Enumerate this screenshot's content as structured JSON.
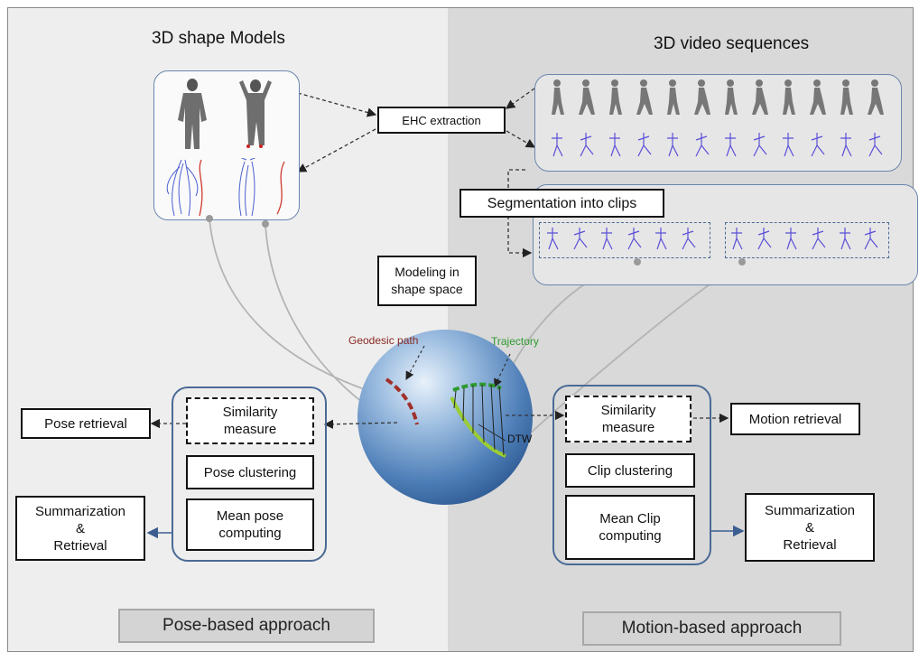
{
  "titles": {
    "left": "3D shape Models",
    "right": "3D video sequences"
  },
  "boxes": {
    "ehc": "EHC extraction",
    "segmentation": "Segmentation into clips",
    "modeling_line1": "Modeling in",
    "modeling_line2": "shape space",
    "pose_retrieval": "Pose retrieval",
    "similarity_left_line1": "Similarity",
    "similarity_left_line2": "measure",
    "pose_clustering": "Pose clustering",
    "mean_pose_line1": "Mean pose",
    "mean_pose_line2": "computing",
    "summ_left_line1": "Summarization",
    "summ_left_line2": "&",
    "summ_left_line3": "Retrieval",
    "similarity_right_line1": "Similarity",
    "similarity_right_line2": "measure",
    "motion_retrieval": "Motion retrieval",
    "clip_clustering": "Clip clustering",
    "mean_clip_line1": "Mean Clip",
    "mean_clip_line2": "computing",
    "summ_right_line1": "Summarization",
    "summ_right_line2": "&",
    "summ_right_line3": "Retrieval"
  },
  "labels": {
    "geodesic": "Geodesic path",
    "trajectory": "Trajectory",
    "dtw": "DTW"
  },
  "approaches": {
    "left": "Pose-based approach",
    "right": "Motion-based approach"
  },
  "colors": {
    "geodesic": "#a0302a",
    "trajectory": "#2e9a2e",
    "group_border": "#4a6a96",
    "sphere": "#4f7fb8"
  }
}
